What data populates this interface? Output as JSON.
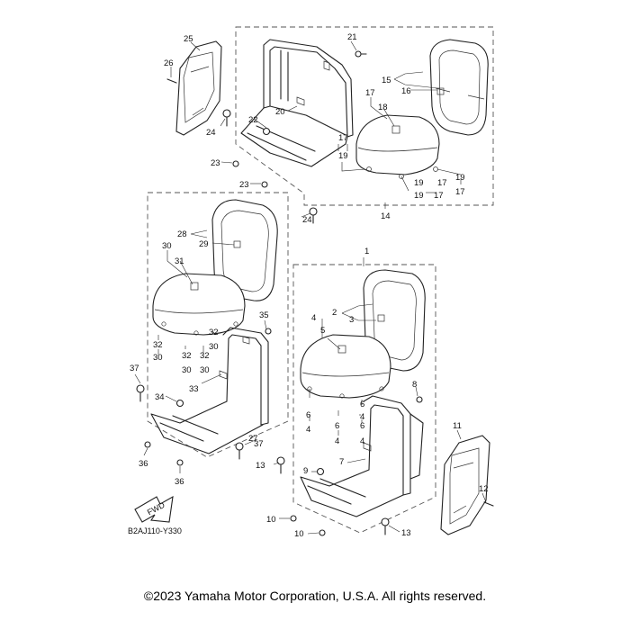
{
  "diagram": {
    "reference_code": "B2AJ110-Y330",
    "fwd_label": "FWD",
    "callouts": {
      "c1": "1",
      "c2": "2",
      "c3": "3",
      "c4": "4",
      "c5": "5",
      "c6": "6",
      "c7": "7",
      "c8": "8",
      "c9": "9",
      "c10": "10",
      "c11": "11",
      "c12": "12",
      "c13": "13",
      "c14": "14",
      "c15": "15",
      "c16": "16",
      "c17": "17",
      "c18": "18",
      "c19": "19",
      "c20": "20",
      "c21": "21",
      "c22": "22",
      "c23": "23",
      "c24": "24",
      "c25": "25",
      "c26": "26",
      "c27": "27",
      "c28": "28",
      "c29": "29",
      "c30": "30",
      "c31": "31",
      "c32": "32",
      "c33": "33",
      "c34": "34",
      "c35": "35",
      "c36": "36",
      "c37": "37"
    }
  },
  "footer": {
    "copyright": "©2023 Yamaha Motor Corporation, U.S.A. All rights reserved."
  }
}
